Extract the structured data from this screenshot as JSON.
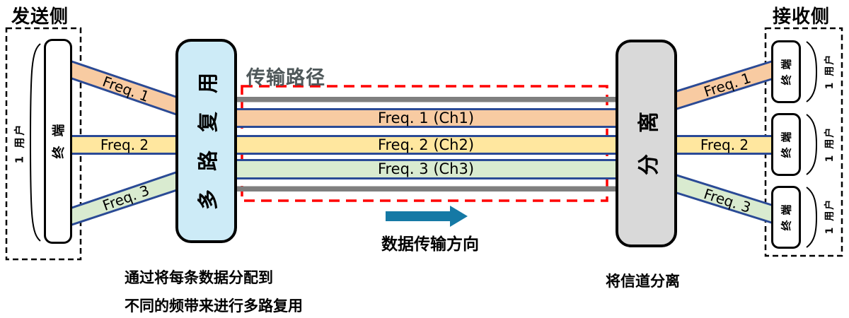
{
  "titles": {
    "sender": "发送侧",
    "receiver": "接收侧",
    "transmission_path": "传输路径"
  },
  "sender": {
    "user_label": "1 用户",
    "terminal_label": "终端"
  },
  "multiplexer": {
    "label": "多路复用",
    "caption_line1": "通过将每条数据分配到",
    "caption_line2": "不同的频带来进行多路复用"
  },
  "separator": {
    "label": "分离",
    "caption": "将信道分离"
  },
  "channels": [
    {
      "name": "Freq. 1",
      "path_label": "Freq. 1 (Ch1)",
      "color": "#F8CBA2"
    },
    {
      "name": "Freq. 2",
      "path_label": "Freq. 2 (Ch2)",
      "color": "#FFE79F"
    },
    {
      "name": "Freq. 3",
      "path_label": "Freq. 3 (Ch3)",
      "color": "#D9EBD0"
    }
  ],
  "receiver": {
    "terminals": [
      {
        "terminal_label": "终端",
        "user_label": "1 用户"
      },
      {
        "terminal_label": "终端",
        "user_label": "1 用户"
      },
      {
        "terminal_label": "终端",
        "user_label": "1 用户"
      }
    ]
  },
  "flow": {
    "direction_label": "数据传输方向"
  },
  "colors": {
    "band_border": "#2A4A96",
    "wire_gray": "#7F7F7F",
    "path_outline_red": "#FF0000",
    "arrow_teal": "#1579A5",
    "multiplexer_fill": "#CDEBF7",
    "separator_fill": "#D9D9D9",
    "outline_black": "#000000"
  }
}
